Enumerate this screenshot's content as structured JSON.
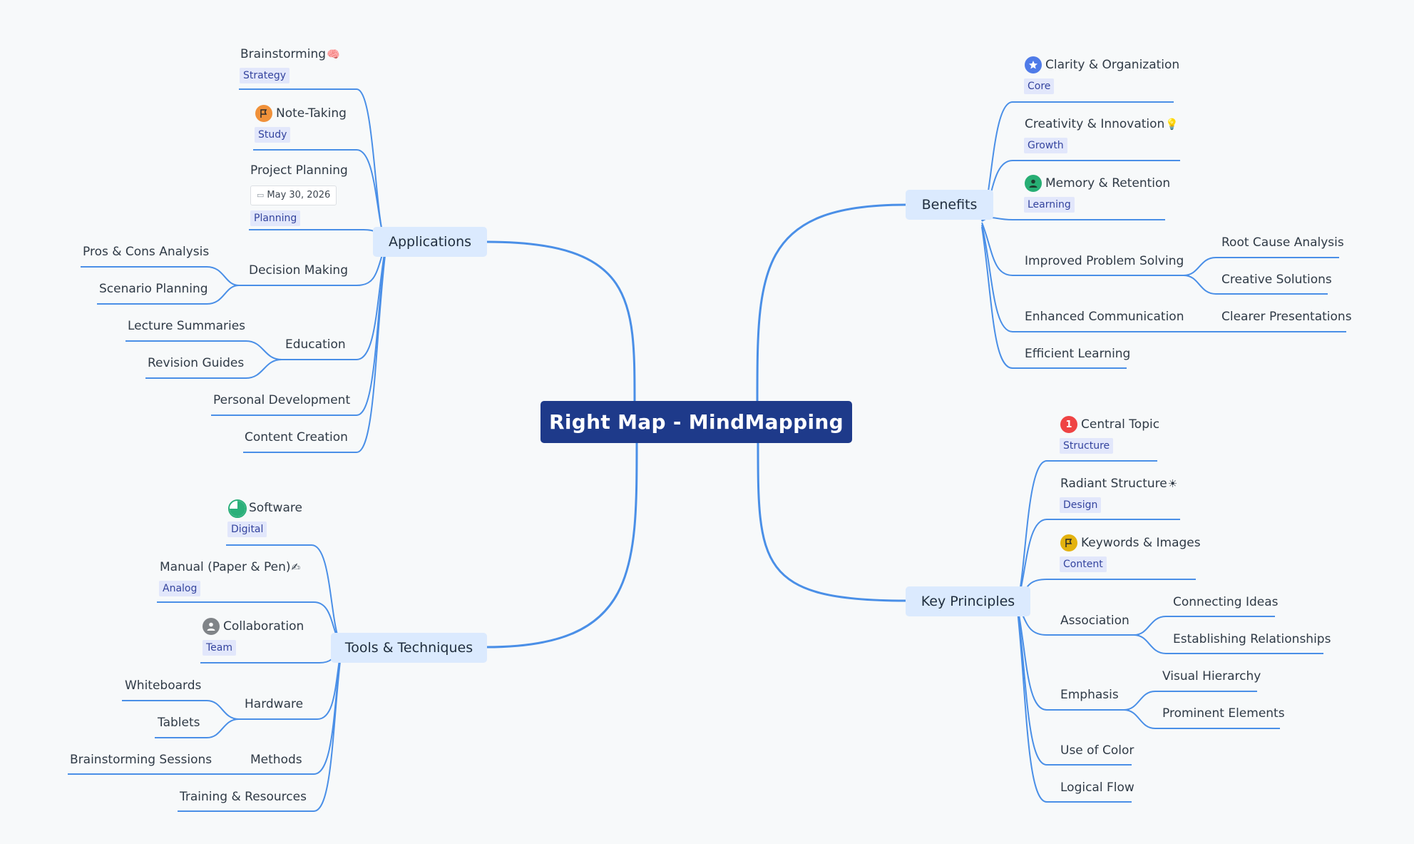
{
  "root": "Right Map - MindMapping",
  "colors": {
    "edge": "#4a8fe7",
    "root_bg": "#1e3a8a",
    "branch_bg": "#dbeafe"
  },
  "applications": {
    "title": "Applications",
    "brainstorming": {
      "label": "Brainstorming",
      "emoji": "🧠",
      "tag": "Strategy"
    },
    "note_taking": {
      "label": "Note-Taking",
      "icon": "flag-icon",
      "tag": "Study"
    },
    "project_planning": {
      "label": "Project Planning",
      "date": "May 30, 2026",
      "tag": "Planning"
    },
    "decision_making": {
      "label": "Decision Making",
      "children": [
        "Pros & Cons Analysis",
        "Scenario Planning"
      ]
    },
    "education": {
      "label": "Education",
      "children": [
        "Lecture Summaries",
        "Revision Guides"
      ]
    },
    "personal_development": "Personal Development",
    "content_creation": "Content Creation"
  },
  "tools": {
    "title": "Tools & Techniques",
    "software": {
      "label": "Software",
      "icon": "progress-pie-icon",
      "tag": "Digital"
    },
    "manual": {
      "label": "Manual (Paper & Pen)",
      "emoji": "✍",
      "tag": "Analog"
    },
    "collaboration": {
      "label": "Collaboration",
      "icon": "user-icon",
      "tag": "Team"
    },
    "hardware": {
      "label": "Hardware",
      "children": [
        "Whiteboards",
        "Tablets"
      ]
    },
    "methods": {
      "label": "Methods",
      "children": [
        "Brainstorming Sessions"
      ]
    },
    "training": "Training & Resources"
  },
  "benefits": {
    "title": "Benefits",
    "clarity": {
      "label": "Clarity & Organization",
      "icon": "star-icon",
      "tag": "Core"
    },
    "creativity": {
      "label": "Creativity & Innovation",
      "emoji": "💡",
      "tag": "Growth"
    },
    "memory": {
      "label": "Memory & Retention",
      "icon": "user-icon",
      "tag": "Learning"
    },
    "problem": {
      "label": "Improved Problem Solving",
      "children": [
        "Root Cause Analysis",
        "Creative Solutions"
      ]
    },
    "communication": {
      "label": "Enhanced Communication",
      "children": [
        "Clearer Presentations"
      ]
    },
    "learning": "Efficient Learning"
  },
  "principles": {
    "title": "Key Principles",
    "central": {
      "label": "Central Topic",
      "icon_text": "1",
      "tag": "Structure"
    },
    "radiant": {
      "label": "Radiant Structure",
      "emoji": "☀",
      "tag": "Design"
    },
    "keywords": {
      "label": "Keywords & Images",
      "icon": "flag-icon",
      "tag": "Content"
    },
    "association": {
      "label": "Association",
      "children": [
        "Connecting Ideas",
        "Establishing Relationships"
      ]
    },
    "emphasis": {
      "label": "Emphasis",
      "children": [
        "Visual Hierarchy",
        "Prominent Elements"
      ]
    },
    "color": "Use of Color",
    "flow": "Logical Flow"
  }
}
